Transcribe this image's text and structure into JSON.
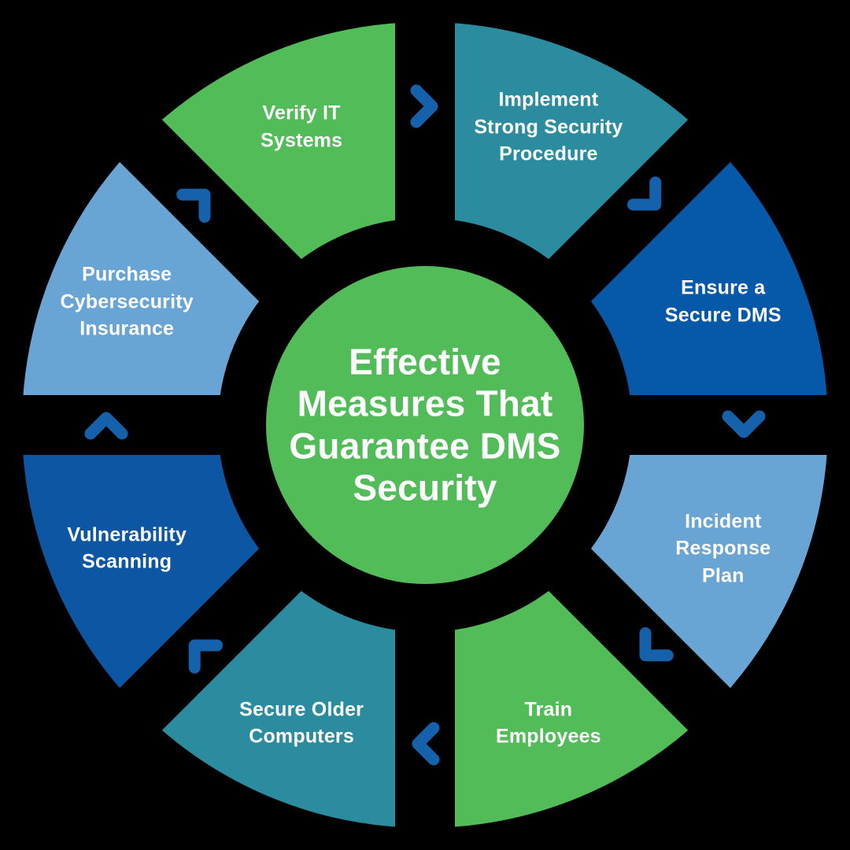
{
  "diagram": {
    "title": "Effective Measures That Guarantee DMS Security",
    "background": "#000000",
    "flow_direction": "clockwise",
    "arrow_color": "#1561AB",
    "center": {
      "label": "Effective\nMeasures That\nGuarantee DMS\nSecurity",
      "color": "#51BC58",
      "text_color": "#FFFFFF"
    },
    "segments": [
      {
        "label": "Verify IT\nSystems",
        "color": "#51BC58",
        "angle": 337.5
      },
      {
        "label": "Implement\nStrong Security\nProcedure",
        "color": "#2B8CA0",
        "angle": 22.5
      },
      {
        "label": "Ensure a\nSecure DMS",
        "color": "#0659A9",
        "angle": 67.5
      },
      {
        "label": "Incident\nResponse Plan",
        "color": "#68A4D4",
        "angle": 112.5
      },
      {
        "label": "Train\nEmployees",
        "color": "#51BC58",
        "angle": 157.5
      },
      {
        "label": "Secure Older\nComputers",
        "color": "#2B8CA0",
        "angle": 202.5
      },
      {
        "label": "Vulnerability\nScanning",
        "color": "#0C56A4",
        "angle": 247.5
      },
      {
        "label": "Purchase\nCybersecurity\nInsurance",
        "color": "#68A4D4",
        "angle": 292.5
      }
    ]
  }
}
